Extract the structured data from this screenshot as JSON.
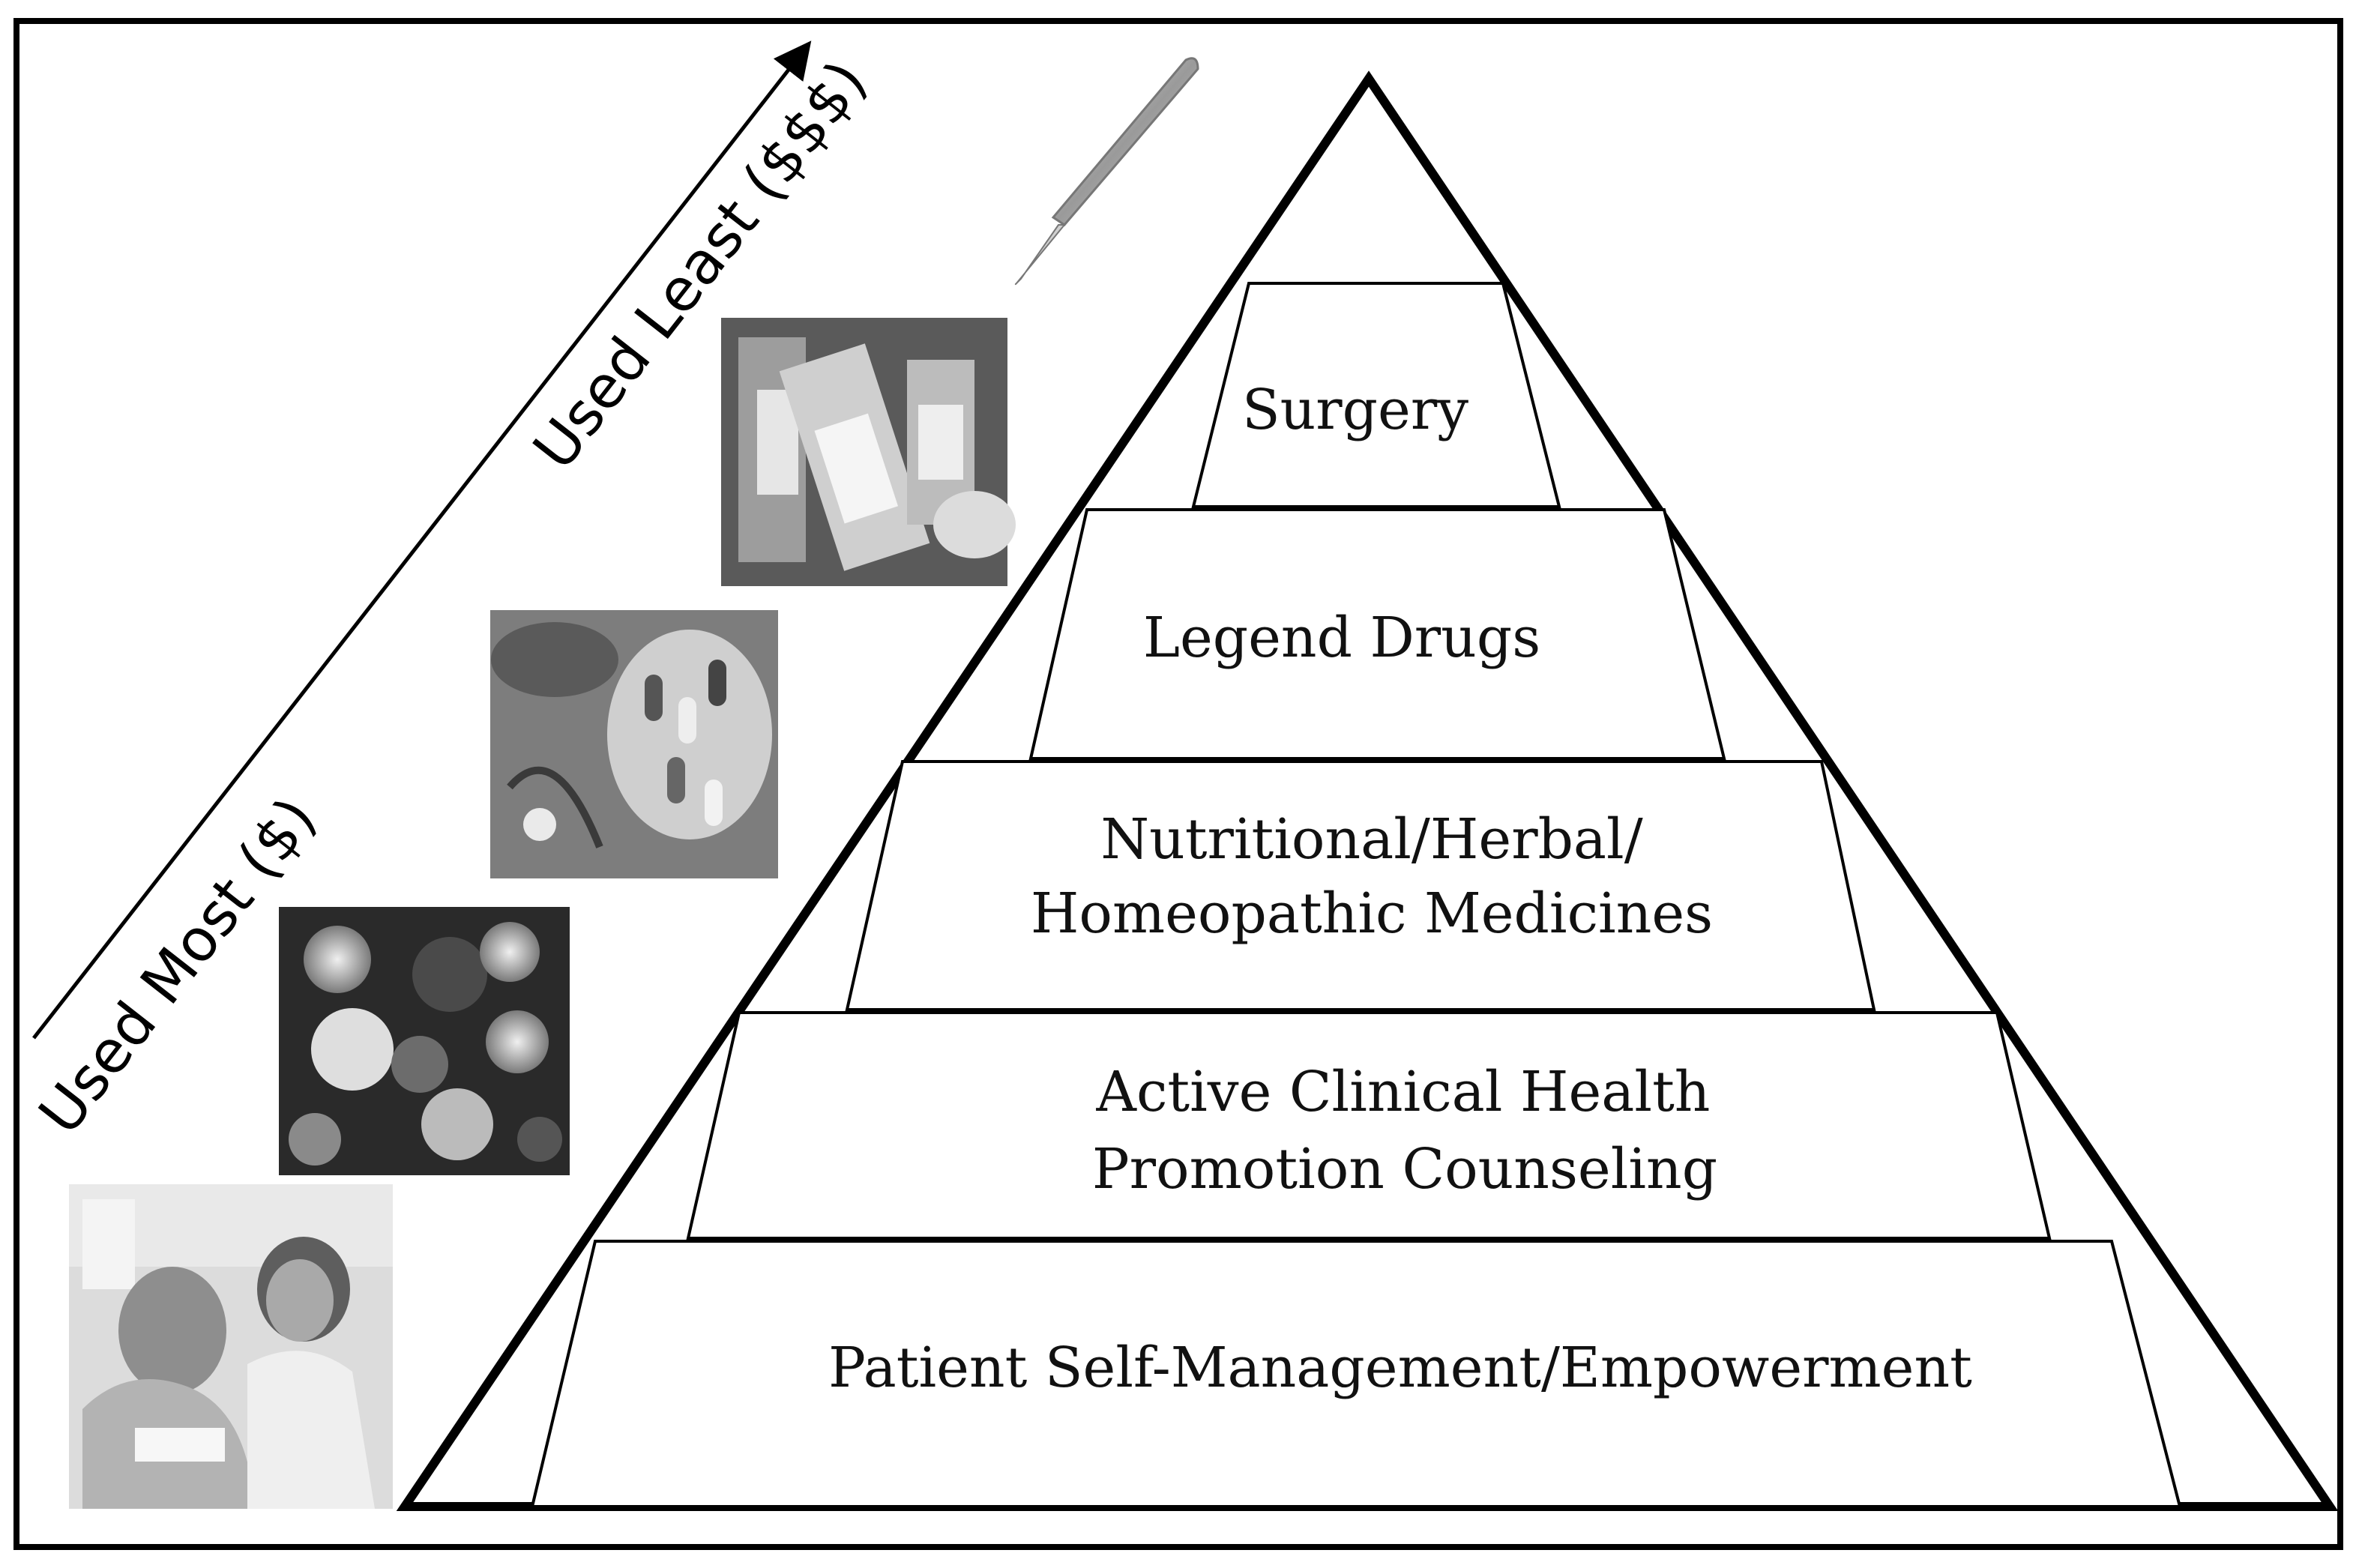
{
  "colors": {
    "stroke": "#000000",
    "background": "#ffffff",
    "text": "#111111"
  },
  "axis": {
    "low_label": "Used Most ($)",
    "high_label": "Used Least ($$$)"
  },
  "pyramid": {
    "tiers": [
      {
        "lines": [
          "Patient Self-Management/Empowerment"
        ]
      },
      {
        "lines": [
          "Active Clinical Health",
          "Promotion Counseling"
        ]
      },
      {
        "lines": [
          "Nutritional/Herbal/",
          "Homeopathic Medicines"
        ]
      },
      {
        "lines": [
          "Legend Drugs"
        ]
      },
      {
        "lines": [
          "Surgery"
        ]
      }
    ]
  },
  "images": [
    {
      "icon": "doctor-patient-photo"
    },
    {
      "icon": "fruits-vegetables-photo"
    },
    {
      "icon": "herbal-capsules-photo"
    },
    {
      "icon": "pill-bottles-photo"
    },
    {
      "icon": "scalpel-illustration"
    }
  ]
}
